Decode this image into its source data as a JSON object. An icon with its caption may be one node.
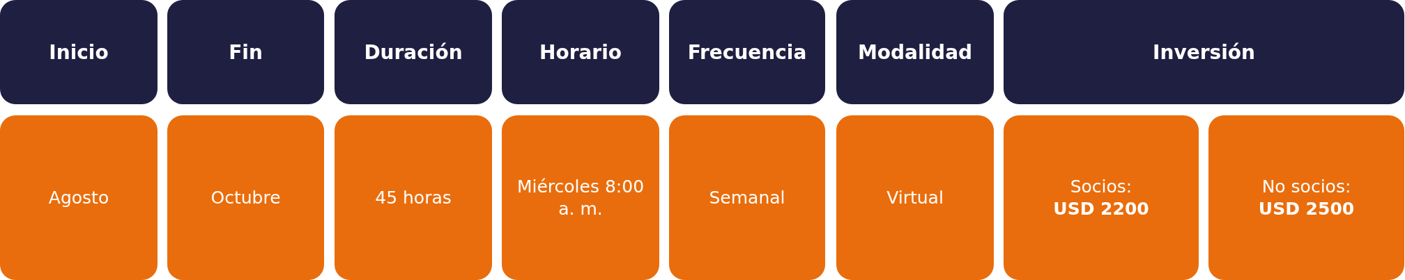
{
  "diagram": {
    "nodes": [
      {
        "text": [
          "Inicio"
        ]
      },
      {
        "text": [
          "Fin"
        ]
      },
      {
        "text": [
          "Duración"
        ]
      },
      {
        "text": [
          "Horario"
        ]
      },
      {
        "text": [
          "Frecuencia"
        ]
      },
      {
        "text": [
          "Modalidad"
        ]
      },
      {
        "text": [
          "Inversión"
        ]
      },
      {
        "text": [
          "Agosto"
        ]
      },
      {
        "text": [
          "Octubre"
        ]
      },
      {
        "text": [
          "45 horas"
        ]
      },
      {
        "text": [
          "Miércoles 8:00 a. m."
        ]
      },
      {
        "text": [
          "Semanal"
        ]
      },
      {
        "text": [
          "Virtual"
        ]
      },
      {
        "text": [
          "Socios:",
          "USD 2200"
        ]
      },
      {
        "text": [
          "No socios:",
          "USD 2500"
        ]
      }
    ],
    "edges": []
  }
}
